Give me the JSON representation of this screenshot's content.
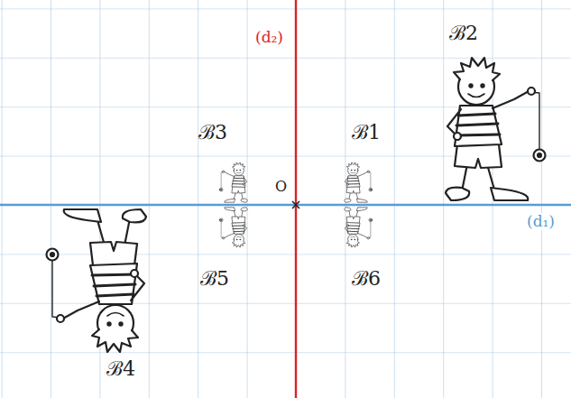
{
  "diagram": {
    "labels": [
      "(d₂)",
      "ℬ2",
      "ℬ3",
      "ℬ1",
      "O",
      "(d₁)",
      "ℬ5",
      "ℬ6",
      "ℬ4"
    ]
  }
}
